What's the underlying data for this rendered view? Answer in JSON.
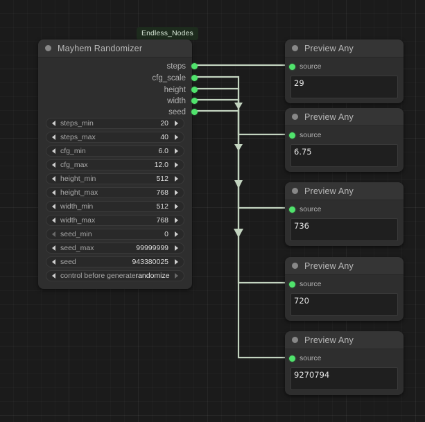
{
  "canvas": {
    "background": "#1b1b1b",
    "grid": true,
    "link_color": "#c3d4c0",
    "slot_color": "#50e36c"
  },
  "badge": {
    "label": "Endless_Nodes",
    "color": "#1d2b1d"
  },
  "mayhem_node": {
    "title": "Mayhem Randomizer",
    "outputs": [
      {
        "name": "steps"
      },
      {
        "name": "cfg_scale"
      },
      {
        "name": "height"
      },
      {
        "name": "width"
      },
      {
        "name": "seed"
      }
    ],
    "widgets": [
      {
        "name": "steps_min",
        "value": "20"
      },
      {
        "name": "steps_max",
        "value": "40"
      },
      {
        "name": "cfg_min",
        "value": "6.0"
      },
      {
        "name": "cfg_max",
        "value": "12.0"
      },
      {
        "name": "height_min",
        "value": "512"
      },
      {
        "name": "height_max",
        "value": "768"
      },
      {
        "name": "width_min",
        "value": "512"
      },
      {
        "name": "width_max",
        "value": "768"
      },
      {
        "name": "seed_min",
        "value": "0"
      },
      {
        "name": "seed_max",
        "value": "99999999"
      },
      {
        "name": "seed",
        "value": "943380025"
      },
      {
        "name": "control before generate",
        "value": "randomize"
      }
    ]
  },
  "preview_nodes": [
    {
      "title": "Preview Any",
      "input": "source",
      "value": "29"
    },
    {
      "title": "Preview Any",
      "input": "source",
      "value": "6.75"
    },
    {
      "title": "Preview Any",
      "input": "source",
      "value": "736"
    },
    {
      "title": "Preview Any",
      "input": "source",
      "value": "720"
    },
    {
      "title": "Preview Any",
      "input": "source",
      "value": "9270794"
    }
  ]
}
